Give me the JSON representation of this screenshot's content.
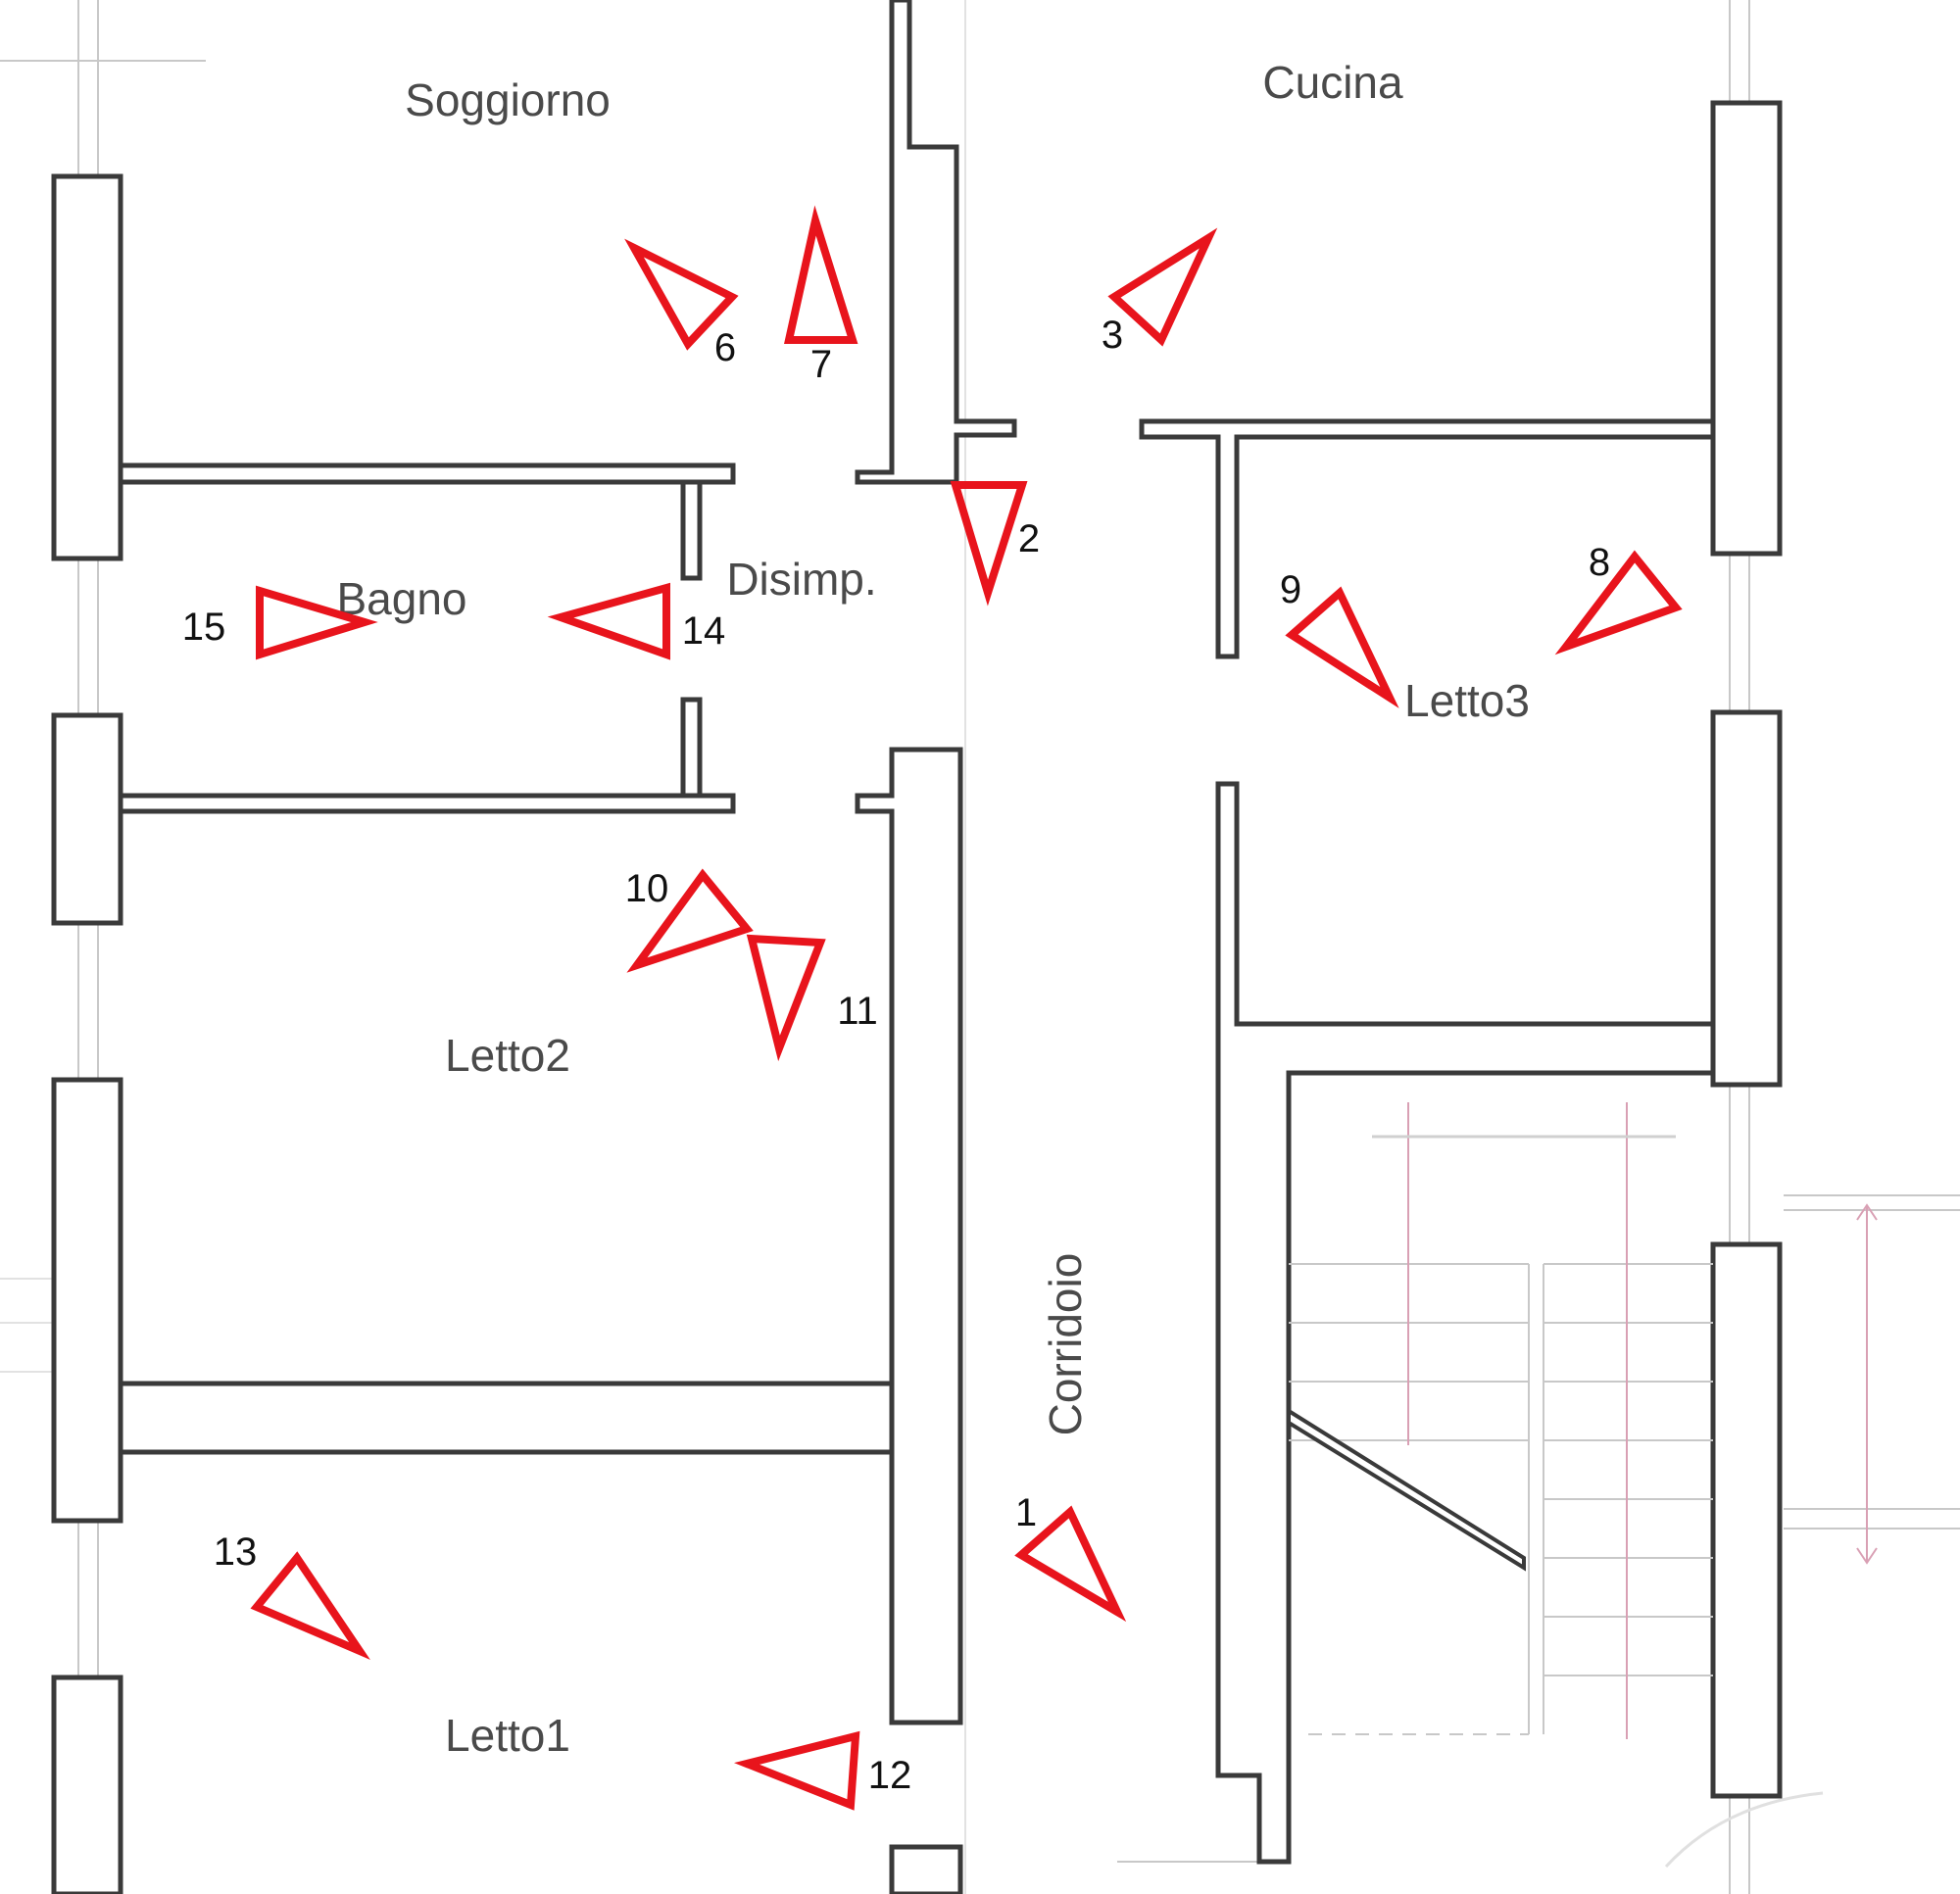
{
  "colors": {
    "marker": "#e8141c",
    "wall_stroke": "#3a3a3a",
    "room_text": "#4a4a4a",
    "number_text": "#111111",
    "stair_arrow": "#d9a0b4"
  },
  "rooms": [
    {
      "id": "soggiorno",
      "label": "Soggiorno"
    },
    {
      "id": "cucina",
      "label": "Cucina"
    },
    {
      "id": "disimp",
      "label": "Disimp."
    },
    {
      "id": "bagno",
      "label": "Bagno"
    },
    {
      "id": "letto3",
      "label": "Letto3"
    },
    {
      "id": "letto2",
      "label": "Letto2"
    },
    {
      "id": "corridoio",
      "label": "Corridoio"
    },
    {
      "id": "letto1",
      "label": "Letto1"
    }
  ],
  "markers": [
    {
      "id": "m1",
      "label": "1"
    },
    {
      "id": "m2",
      "label": "2"
    },
    {
      "id": "m3",
      "label": "3"
    },
    {
      "id": "m6",
      "label": "6"
    },
    {
      "id": "m7",
      "label": "7"
    },
    {
      "id": "m8",
      "label": "8"
    },
    {
      "id": "m9",
      "label": "9"
    },
    {
      "id": "m10",
      "label": "10"
    },
    {
      "id": "m11",
      "label": "11"
    },
    {
      "id": "m12",
      "label": "12"
    },
    {
      "id": "m13",
      "label": "13"
    },
    {
      "id": "m14",
      "label": "14"
    },
    {
      "id": "m15",
      "label": "15"
    }
  ]
}
